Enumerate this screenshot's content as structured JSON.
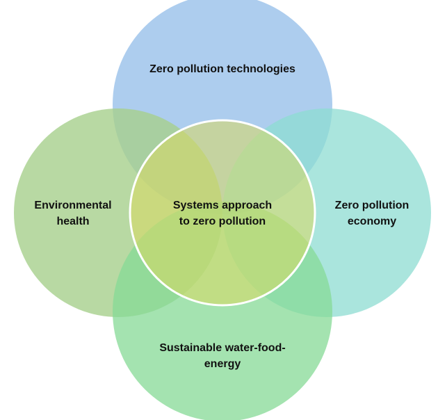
{
  "diagram": {
    "center": {
      "label": "Systems approach to zero pollution",
      "line1": "Systems approach",
      "line2": "to zero pollution",
      "color": "#c5d45a"
    },
    "petals": [
      {
        "id": "top",
        "label": "Zero pollution technologies",
        "color": "#a4c8ec"
      },
      {
        "id": "left",
        "label": "Environmental health",
        "line1": "Environmental",
        "line2": "health",
        "color": "#b3d69c"
      },
      {
        "id": "right",
        "label": "Zero pollution economy",
        "line1": "Zero pollution",
        "line2": "economy",
        "color": "#a7e3dc"
      },
      {
        "id": "bottom",
        "label": "Sustainable water-food-energy",
        "line1": "Sustainable water-food-",
        "line2": "energy",
        "color": "#9ddfa8"
      }
    ]
  }
}
